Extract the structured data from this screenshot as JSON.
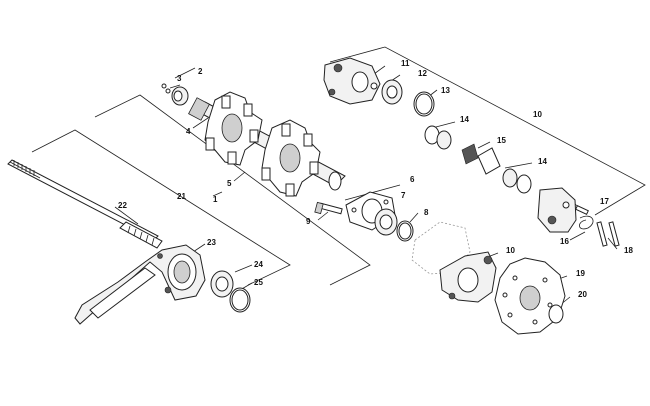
{
  "callouts": [
    {
      "id": "c1",
      "label": "1"
    },
    {
      "id": "c2",
      "label": "2"
    },
    {
      "id": "c3",
      "label": "3"
    },
    {
      "id": "c4",
      "label": "4"
    },
    {
      "id": "c5",
      "label": "5"
    },
    {
      "id": "c6",
      "label": "6"
    },
    {
      "id": "c7",
      "label": "7"
    },
    {
      "id": "c8",
      "label": "8"
    },
    {
      "id": "c9",
      "label": "9"
    },
    {
      "id": "c10a",
      "label": "10"
    },
    {
      "id": "c10b",
      "label": "10"
    },
    {
      "id": "c11",
      "label": "11"
    },
    {
      "id": "c12",
      "label": "12"
    },
    {
      "id": "c13",
      "label": "13"
    },
    {
      "id": "c14a",
      "label": "14"
    },
    {
      "id": "c14b",
      "label": "14"
    },
    {
      "id": "c15",
      "label": "15"
    },
    {
      "id": "c16",
      "label": "16"
    },
    {
      "id": "c17",
      "label": "17"
    },
    {
      "id": "c18",
      "label": "18"
    },
    {
      "id": "c19",
      "label": "19"
    },
    {
      "id": "c20",
      "label": "20"
    },
    {
      "id": "c21",
      "label": "21"
    },
    {
      "id": "c22",
      "label": "22"
    },
    {
      "id": "c23",
      "label": "23"
    },
    {
      "id": "c24",
      "label": "24"
    },
    {
      "id": "c25",
      "label": "25"
    }
  ]
}
